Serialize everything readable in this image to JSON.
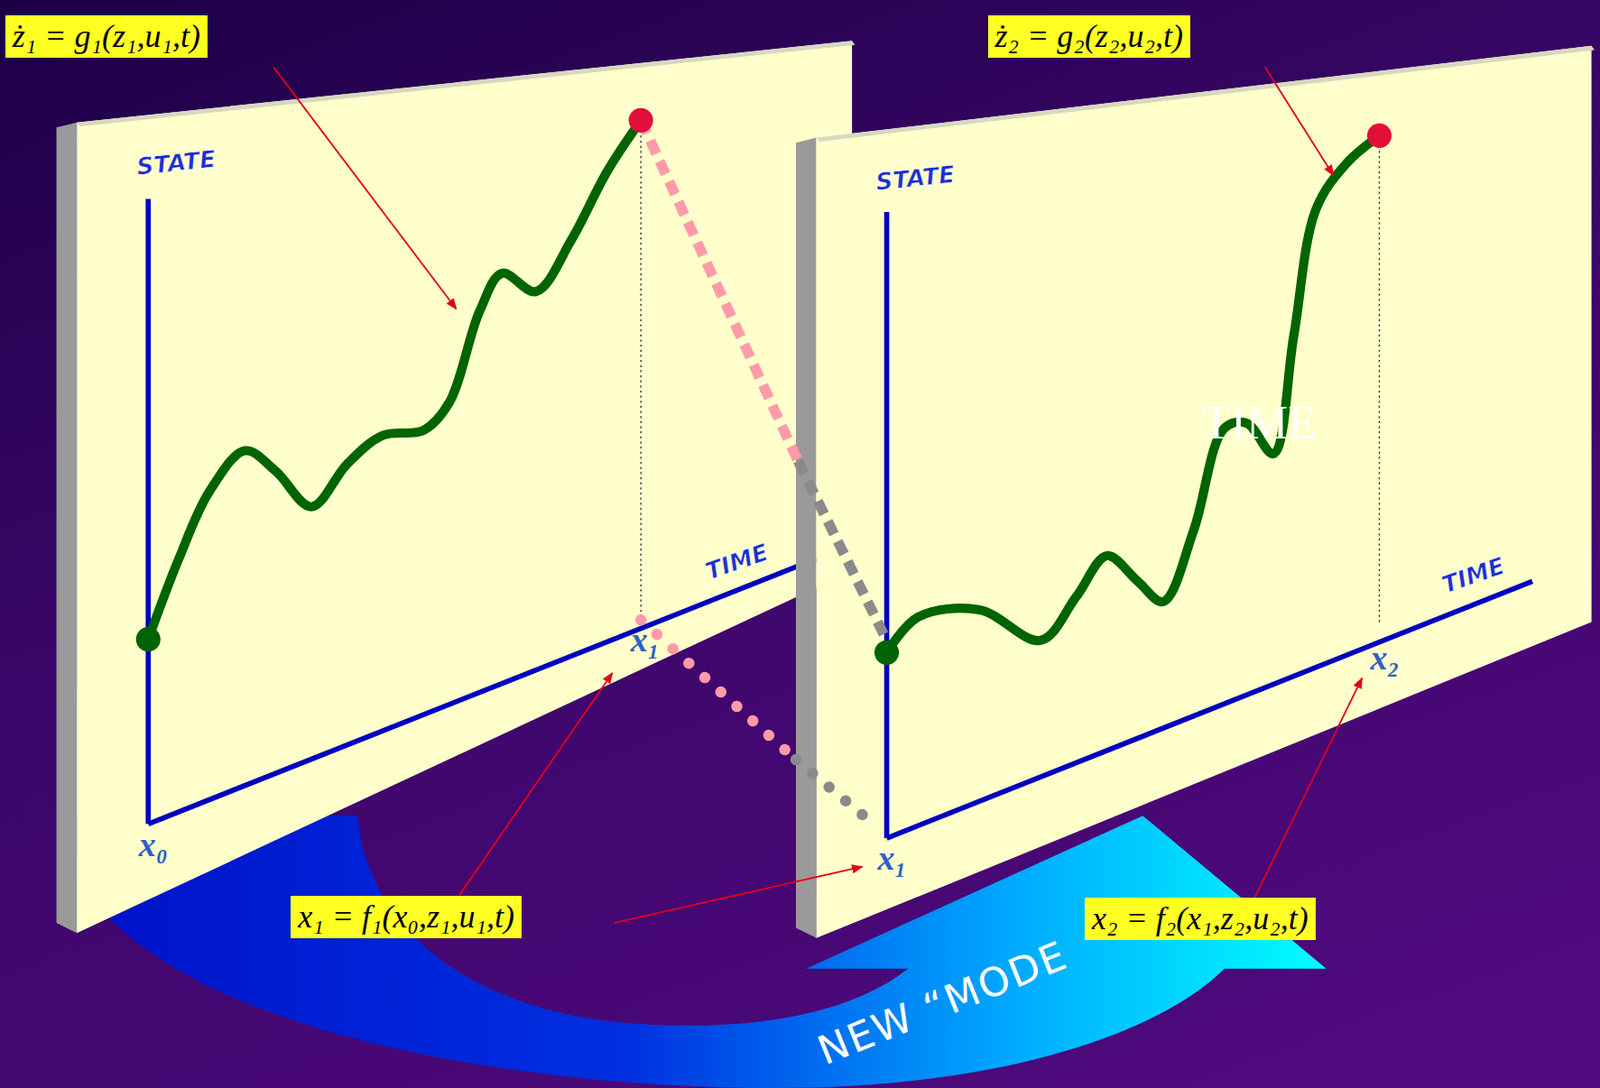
{
  "diagram": {
    "nodes": [
      {
        "text": [
          "ż₁ = g₁(z₁,u₁,t)"
        ]
      },
      {
        "text": [
          "ż₂ = g₂(z₂,u₂,t)"
        ]
      },
      {
        "text": [
          "x₁ = f₁(x₀,z₁,u₁,t)"
        ]
      },
      {
        "text": [
          "x₂ = f₂(x₁,z₂,u₂,t)"
        ]
      }
    ],
    "edges": [],
    "labels": [
      "STATE",
      "TIME",
      "x₀",
      "x₁",
      "STATE",
      "TIME",
      "TIME",
      "x₁",
      "x₂",
      "NEW “MODE"
    ]
  }
}
